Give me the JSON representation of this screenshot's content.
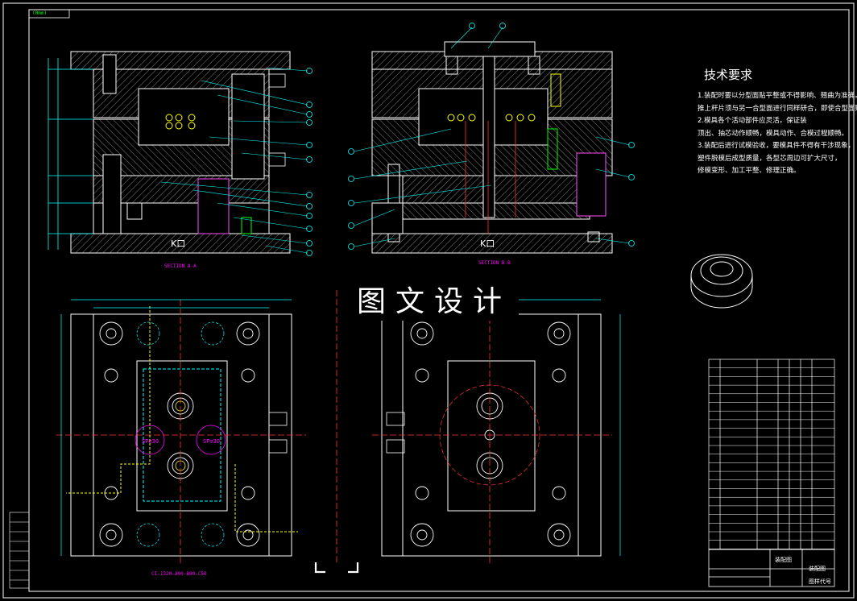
{
  "watermark": "图文设计",
  "tech_req": {
    "title": "技术要求",
    "lines": [
      "1.装配时要以分型面贴平整或不得影响、翘曲为准确。",
      "推上杆片须与另一合型面进行同样研合，即使合型面贴合准确。",
      "2.模具各个活动部件应灵活，保证装",
      "顶出、抽芯动作顺畅，模具动作、合模过程顺畅。",
      "3.装配后进行试模验收，要模具件不得有干涉现象，",
      "塑件脱模后成型质量，各型芯周边可扩大尺寸，",
      "修模变形、加工平整、修理正确。"
    ]
  },
  "view_labels": {
    "section_a": "SECTION A-A",
    "section_b": "SECTION B-B",
    "kd_left": "K口",
    "kd_right": "K口",
    "bottom_code": "CI-1320-A90-B90-C50",
    "sp_label": "SP⌀30",
    "top_tag": "(0mm)"
  },
  "title_block": {
    "drawing_name": "装配图",
    "drawing_no_label": "图样代号",
    "assembly_label": "装配图"
  }
}
